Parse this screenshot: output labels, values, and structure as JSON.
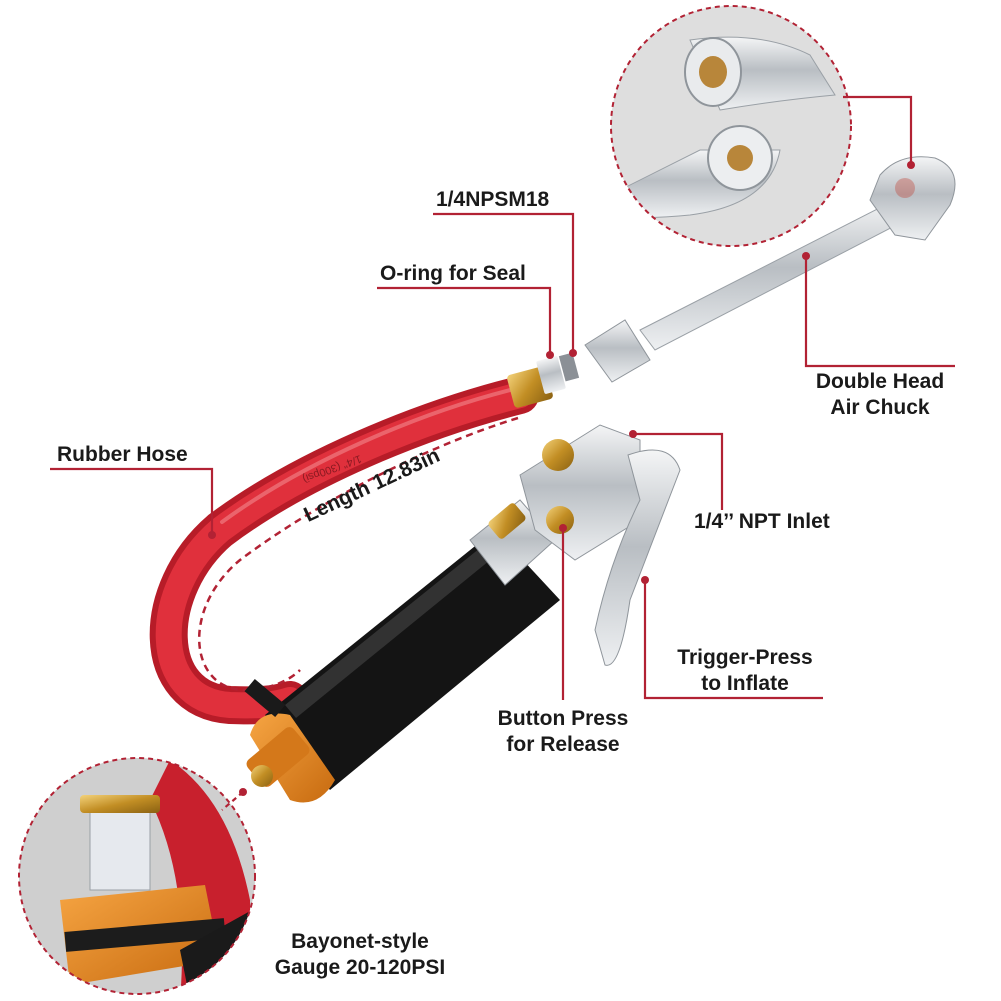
{
  "labels": {
    "npsm": "1/4NPSM18",
    "oring": "O-ring for Seal",
    "hose": "Rubber Hose",
    "length": "Length 12.83in",
    "chuck_line1": "Double Head",
    "chuck_line2": "Air Chuck",
    "npt_inlet": "1/4’’ NPT Inlet",
    "trigger_line1": "Trigger-Press",
    "trigger_line2": "to Inflate",
    "button_line1": "Button Press",
    "button_line2": "for Release",
    "gauge_line1": "Bayonet-style",
    "gauge_line2": "Gauge 20-120PSI"
  },
  "hose_print": "1/4\" (300psi)",
  "colors": {
    "leader": "#b22234",
    "hose": "#d8232f",
    "body": "#111111",
    "brass": "#c99a2e",
    "orange": "#e8861c",
    "chrome": "#c8ccd0"
  }
}
